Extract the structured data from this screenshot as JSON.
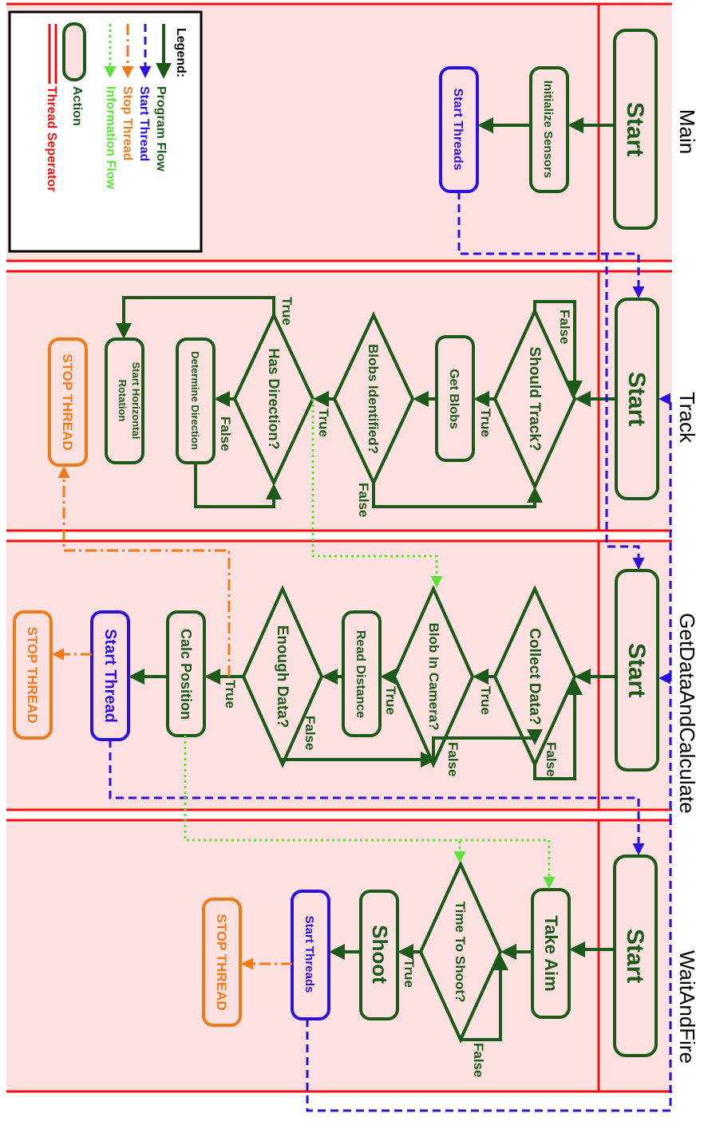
{
  "lanes": {
    "main": "Main",
    "track": "Track",
    "getdata": "GetDataAndCalculate",
    "waitfire": "WaitAndFire"
  },
  "legend": {
    "title": "Legend:",
    "program_flow": "Program Flow",
    "start_thread": "Start Thread",
    "stop_thread": "Stop Thread",
    "information_flow": "Information Flow",
    "action": "Action",
    "thread_separator": "Thread Seperator"
  },
  "main": {
    "start": "Start",
    "init_sensors": "Initialize Sensors",
    "start_threads": "Start Threads"
  },
  "track": {
    "start": "Start",
    "should_track": "Should Track?",
    "get_blobs": "Get Blobs",
    "blobs_identified": "Blobs Identified?",
    "has_direction": "Has Direction?",
    "determine_direction": "Determine Direction",
    "start_rotation_1": "Start Horizontal",
    "start_rotation_2": "Rotation",
    "stop_thread": "STOP THREAD"
  },
  "getdata": {
    "start": "Start",
    "collect_data": "Collect Data?",
    "blob_in_camera": "Blob In Camera?",
    "read_distance": "Read Distance",
    "enough_data": "Enough Data?",
    "calc_position": "Calc Position",
    "start_thread": "Start Thread",
    "stop_thread": "STOP THREAD"
  },
  "waitfire": {
    "start": "Start",
    "take_aim": "Take Aim",
    "time_to_shoot": "Time To Shoot?",
    "shoot": "Shoot",
    "start_threads": "Start Threads",
    "stop_thread": "STOP THREAD"
  },
  "labels": {
    "true": "True",
    "false": "False"
  },
  "colors": {
    "program_flow": "#1b5a1b",
    "start_thread": "#2b10e0",
    "stop_thread": "#f07a1a",
    "information_flow": "#5be33a",
    "thread_separator": "#ee1111",
    "lane_fill": "#fde0e0"
  }
}
